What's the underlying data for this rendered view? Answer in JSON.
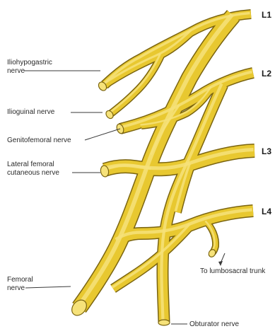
{
  "colors": {
    "nerve_fill": "#e8c830",
    "nerve_outline": "#7a6410",
    "nerve_highlight": "#f6e27a",
    "background": "#ffffff",
    "text": "#2a2a2a"
  },
  "levels": {
    "l1": "L1",
    "l2": "L2",
    "l3": "L3",
    "l4": "L4"
  },
  "labels": {
    "iliohypogastric_line1": "Iliohypogastric",
    "iliohypogastric_line2": "nerve",
    "ilioinguinal": "Ilioguinal nerve",
    "genitofemoral": "Genitofemoral nerve",
    "lateral_femoral_line1": "Lateral femoral",
    "lateral_femoral_line2": "cutaneous nerve",
    "lumbosacral": "To lumbosacral trunk",
    "femoral_line1": "Femoral",
    "femoral_line2": "nerve",
    "obturator": "Obturator nerve"
  }
}
